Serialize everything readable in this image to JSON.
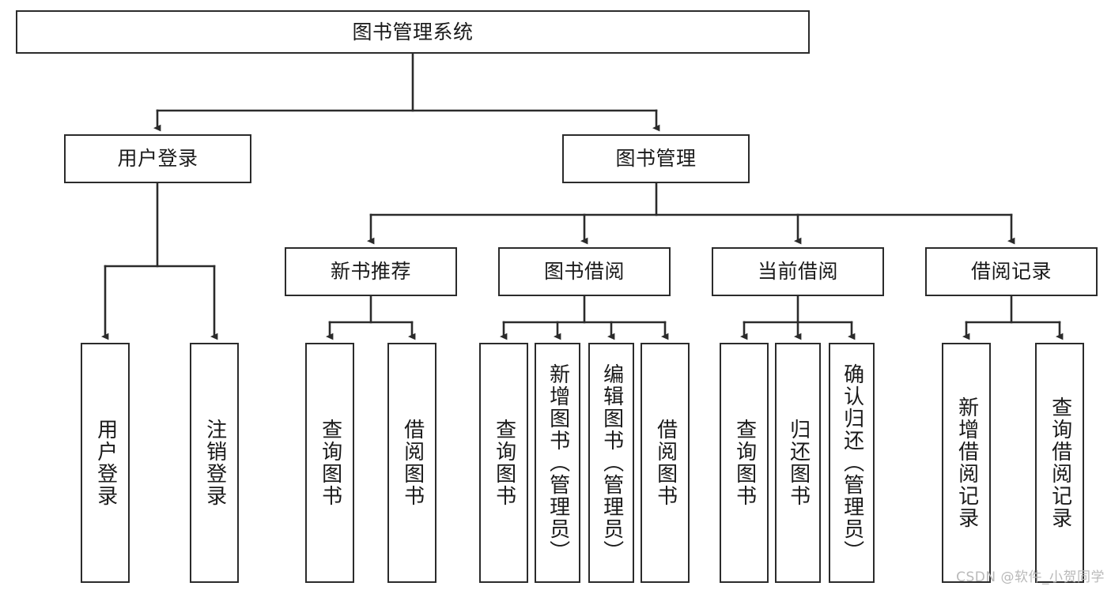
{
  "diagram": {
    "title": "图书管理系统",
    "type": "tree-hierarchy",
    "watermark": "CSDN @软件_小贺同学",
    "theme": {
      "background": "#ffffff",
      "box_border": "#2b2b2b",
      "box_fill": "#ffffff",
      "edge_color": "#2b2b2b",
      "text_color": "#1a1a1a",
      "watermark_color": "#b9b9b9"
    },
    "root": {
      "label": "图书管理系统"
    },
    "level2": [
      {
        "label": "用户登录"
      },
      {
        "label": "图书管理"
      }
    ],
    "level3": [
      {
        "label": "新书推荐"
      },
      {
        "label": "图书借阅"
      },
      {
        "label": "当前借阅"
      },
      {
        "label": "借阅记录"
      }
    ],
    "leaves": {
      "user_login": [
        {
          "label": "用户登录"
        },
        {
          "label": "注销登录"
        }
      ],
      "new_book_recommend": [
        {
          "label": "查询图书"
        },
        {
          "label": "借阅图书"
        }
      ],
      "book_borrow": [
        {
          "label": "查询图书"
        },
        {
          "label": "新增图书（管理员）"
        },
        {
          "label": "编辑图书（管理员）"
        },
        {
          "label": "借阅图书"
        }
      ],
      "current_borrow": [
        {
          "label": "查询图书"
        },
        {
          "label": "归还图书"
        },
        {
          "label": "确认归还（管理员）"
        }
      ],
      "borrow_record": [
        {
          "label": "新增借阅记录"
        },
        {
          "label": "查询借阅记录"
        }
      ]
    }
  }
}
